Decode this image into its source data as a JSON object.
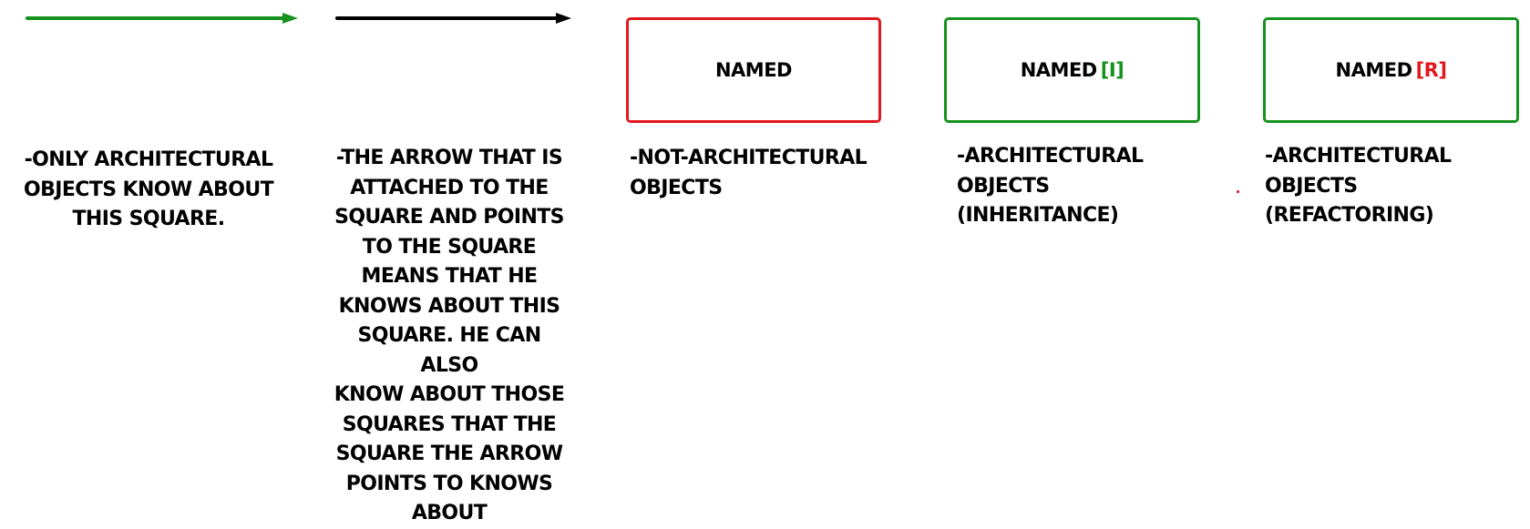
{
  "colors": {
    "green": "#15921e",
    "black": "#000000",
    "red": "#e0181e"
  },
  "legend": {
    "green_arrow": {
      "line_color": "#15921e",
      "description": "-ONLY ARCHITECTURAL\nOBJECTS KNOW ABOUT\nTHIS SQUARE."
    },
    "black_arrow": {
      "line_color": "#000000",
      "description": "-THE ARROW THAT IS\nATTACHED TO THE\nSQUARE AND POINTS\nTO THE SQUARE\nMEANS THAT HE\nKNOWS ABOUT THIS\nSQUARE. HE CAN ALSO\nKNOW ABOUT THOSE\nSQUARES THAT THE\nSQUARE THE ARROW\nPOINTS TO KNOWS\nABOUT"
    },
    "red_box": {
      "border_color": "#e0181e",
      "label": "NAMED",
      "description": "-NOT-ARCHITECTURAL\nOBJECTS"
    },
    "green_box_inheritance": {
      "border_color": "#15921e",
      "label": "NAMED",
      "tag": "[I]",
      "tag_color": "#15921e",
      "description": "-ARCHITECTURAL\nOBJECTS\n(INHERITANCE)"
    },
    "green_box_refactoring": {
      "border_color": "#15921e",
      "label": "NAMED",
      "tag": "[R]",
      "tag_color": "#e0181e",
      "description": "-ARCHITECTURAL\nOBJECTS\n(REFACTORING)"
    }
  }
}
